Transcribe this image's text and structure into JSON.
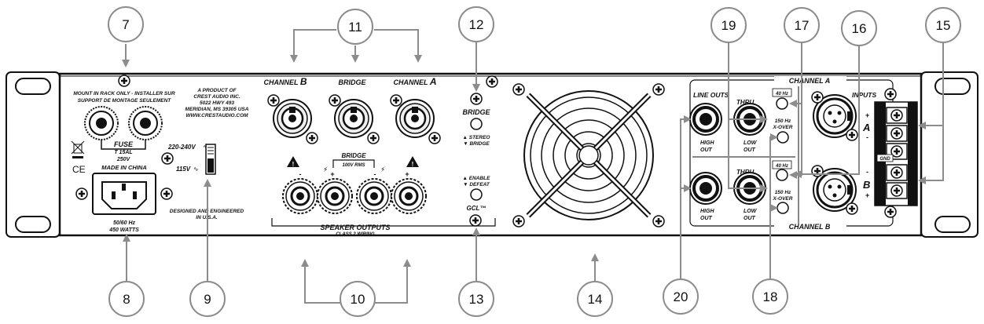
{
  "callouts": [
    "7",
    "8",
    "9",
    "10",
    "11",
    "12",
    "13",
    "14",
    "15",
    "16",
    "17",
    "18",
    "19",
    "20"
  ],
  "left": {
    "mount_note_1": "MOUNT IN RACK ONLY - INSTALLER SUR",
    "mount_note_2": "SUPPORT DE MONTAGE SEULEMENT",
    "fuse_label": "FUSE",
    "fuse_rating_1": "T 15AL",
    "fuse_rating_2": "250V",
    "ce_mark": "CE",
    "made_in": "MADE IN CHINA",
    "power_1": "50/60 Hz",
    "power_2": "450 WATTS",
    "voltage_high": "220-240V",
    "voltage_low": "115V",
    "product_1": "A PRODUCT OF",
    "product_2": "CREST AUDIO INC.",
    "product_3": "5022 HWY 493",
    "product_4": "MERIDIAN, MS  39305 USA",
    "product_5": "WWW.CRESTAUDIO.COM",
    "designed_1": "DESIGNED AND ENGINEERED",
    "designed_2": "IN U.S.A."
  },
  "speaker": {
    "channel_b": "CHANNEL",
    "channel_b_letter": "B",
    "bridge": "BRIDGE",
    "channel_a": "CHANNEL",
    "channel_a_letter": "A",
    "bridge_box_1": "BRIDGE",
    "bridge_box_2": "100V RMS",
    "outputs_1": "SPEAKER OUTPUTS",
    "outputs_2": "CLASS 2 WIRING",
    "minus": "-",
    "plus": "+"
  },
  "switches": {
    "bridge_title": "BRIDGE",
    "stereo": "▲ STEREO",
    "bridge_opt": "▼ BRIDGE",
    "enable": "▲ ENABLE",
    "defeat": "▼ DEFEAT",
    "gcl": "GCL™"
  },
  "inputs": {
    "channel_a": "CHANNEL A",
    "channel_b": "CHANNEL B",
    "line_outs": "LINE OUTS",
    "inputs": "INPUTS",
    "thru": "THRU",
    "high": "HIGH",
    "out": "OUT",
    "low": "LOW",
    "hz40": "40 Hz",
    "hz150": "150 Hz",
    "xover": "X-OVER",
    "letter_a": "A",
    "letter_b": "B",
    "gnd": "GND",
    "plus": "+",
    "minus": "-"
  }
}
